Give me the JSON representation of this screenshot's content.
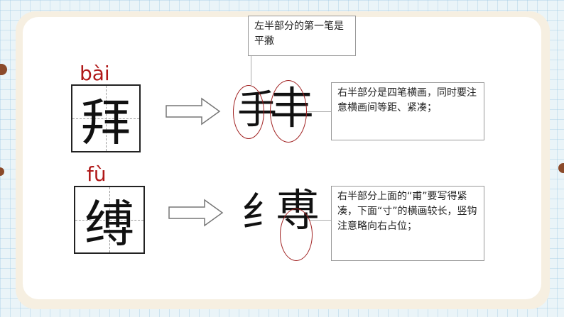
{
  "rows": [
    {
      "pinyin": "bài",
      "character": "拜",
      "left_part": "手",
      "right_part": "丰",
      "annotations": [
        "左半部分的第一笔是平撇",
        "右半部分是四笔横画，同时要注意横画间等距、紧凑；"
      ]
    },
    {
      "pinyin": "fù",
      "character": "缚",
      "left_part": "纟",
      "right_part": "尃",
      "annotations": [
        "右半部分上面的“甫”要写得紧凑，下面“寸”的横画较长，竖钩注意略向右占位；"
      ]
    }
  ],
  "colors": {
    "pinyin": "#b01818",
    "ellipse": "#a02020",
    "card_border": "#f6efe1",
    "background_grid": "#eaf4f8"
  },
  "icons": [
    "right-arrow-icon",
    "right-arrow-icon"
  ]
}
